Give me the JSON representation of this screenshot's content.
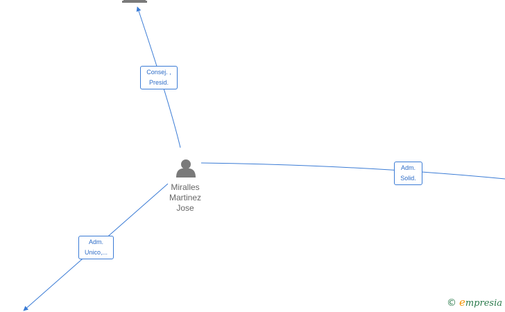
{
  "person": {
    "name_lines": [
      "Miralles",
      "Martinez",
      "Jose"
    ],
    "icon": "person-icon"
  },
  "relations": [
    {
      "id": "top",
      "lines": [
        "Consej. ,",
        "Presid."
      ]
    },
    {
      "id": "right",
      "lines": [
        "Adm.",
        "Solid."
      ]
    },
    {
      "id": "bottom-left",
      "lines": [
        "Adm.",
        "Unico,..."
      ]
    }
  ],
  "brand": {
    "copyright": "©",
    "initial": "e",
    "rest": "mpresia"
  },
  "colors": {
    "edge": "#3a7bd5",
    "node": "#7a7a7a",
    "brand_orange": "#f39200",
    "brand_green": "#2a7a4b"
  }
}
